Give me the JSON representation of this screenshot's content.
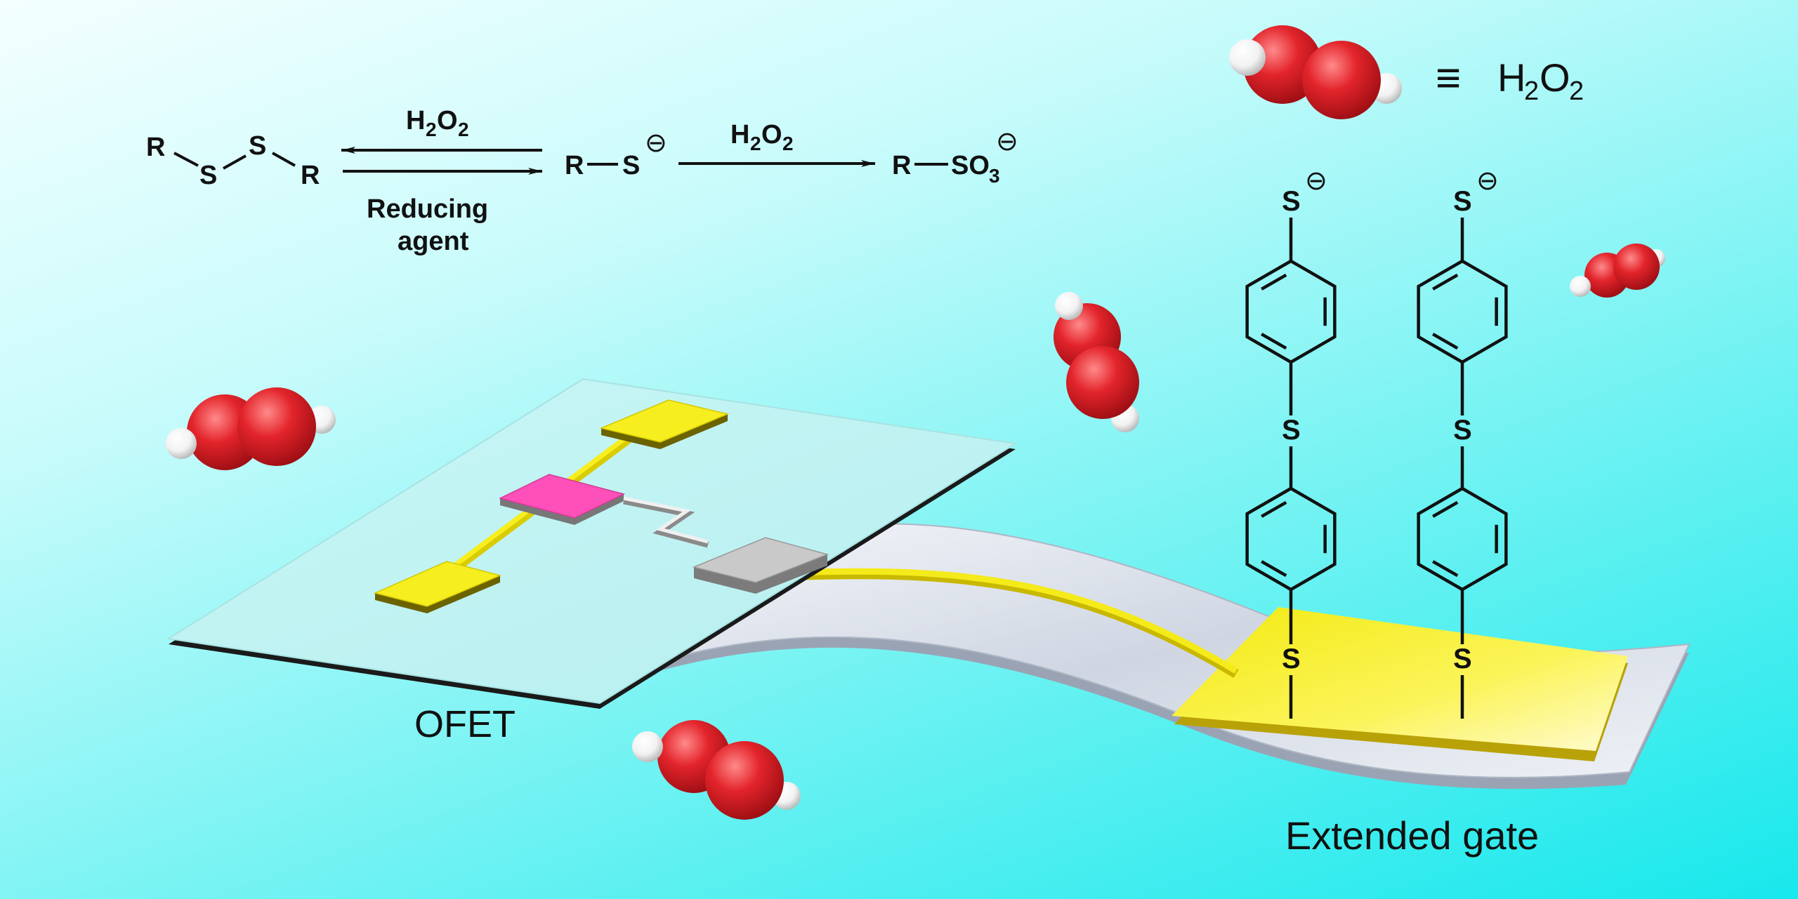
{
  "reaction": {
    "r": "R",
    "s": "S",
    "so": "SO",
    "sub2": "2",
    "sub3": "3",
    "h": "H",
    "o": "O",
    "minus": "⊖",
    "reducing": "Reducing",
    "agent": "agent"
  },
  "legend": {
    "equiv": "≡",
    "h": "H",
    "sub2": "2",
    "o": "O"
  },
  "labels": {
    "ofet": "OFET",
    "extended_gate": "Extended gate"
  },
  "molecule": {
    "s": "S",
    "minus": "⊖"
  },
  "colors": {
    "oxygen": "#e3242b",
    "hydrogen": "#ffffff",
    "gold": "#f7ee1f",
    "pink": "#ff4fb8",
    "substrate": "#bff3f3",
    "flex": "#d9dde6"
  }
}
